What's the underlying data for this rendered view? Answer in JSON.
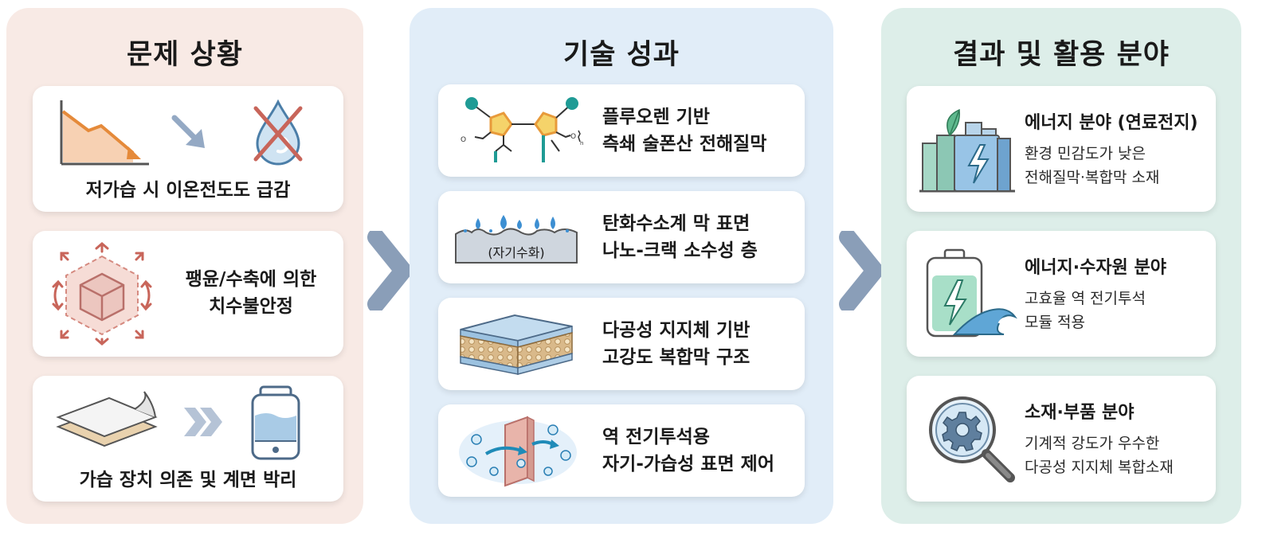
{
  "colors": {
    "problem_bg": "#f8eae5",
    "tech_bg": "#e1edf8",
    "result_bg": "#ddeee9",
    "arrow": "#8a9eb8"
  },
  "problem": {
    "title": "문제 상황",
    "cards": [
      {
        "icon": "declining-chart-icon",
        "text": "저가습 시 이온전도도 급감"
      },
      {
        "icon": "expanding-cube-icon",
        "line1": "팽윤/수축에 의한",
        "line2": "치수불안정"
      },
      {
        "icon": "humidifier-icon",
        "text": "가습 장치 의존 및 계면 박리"
      }
    ]
  },
  "tech": {
    "title": "기술 성과",
    "cards": [
      {
        "icon": "polymer-structure-icon",
        "line1": "플루오렌 기반",
        "line2": "측쇄 술폰산 전해질막"
      },
      {
        "icon": "water-drops-surface-icon",
        "icon_label": "(자기수화)",
        "line1": "탄화수소계 막 표면",
        "line2": "나노-크랙 소수성 층"
      },
      {
        "icon": "layered-membrane-icon",
        "line1": "다공성 지지체 기반",
        "line2": "고강도 복합막 구조"
      },
      {
        "icon": "ion-membrane-icon",
        "line1": "역 전기투석용",
        "line2": "자기-가습성 표면 제어"
      }
    ]
  },
  "result": {
    "title": "결과 및 활용 분야",
    "cards": [
      {
        "icon": "energy-building-icon",
        "title": "에너지 분야 (연료전지)",
        "line1": "환경 민감도가 낮은",
        "line2": "전해질막·복합막 소재"
      },
      {
        "icon": "battery-wave-icon",
        "title": "에너지·수자원 분야",
        "line1": "고효율 역 전기투석",
        "line2": "모듈 적용"
      },
      {
        "icon": "gear-magnifier-icon",
        "title": "소재·부품 분야",
        "line1": "기계적 강도가 우수한",
        "line2": "다공성 지지체 복합소재"
      }
    ]
  }
}
